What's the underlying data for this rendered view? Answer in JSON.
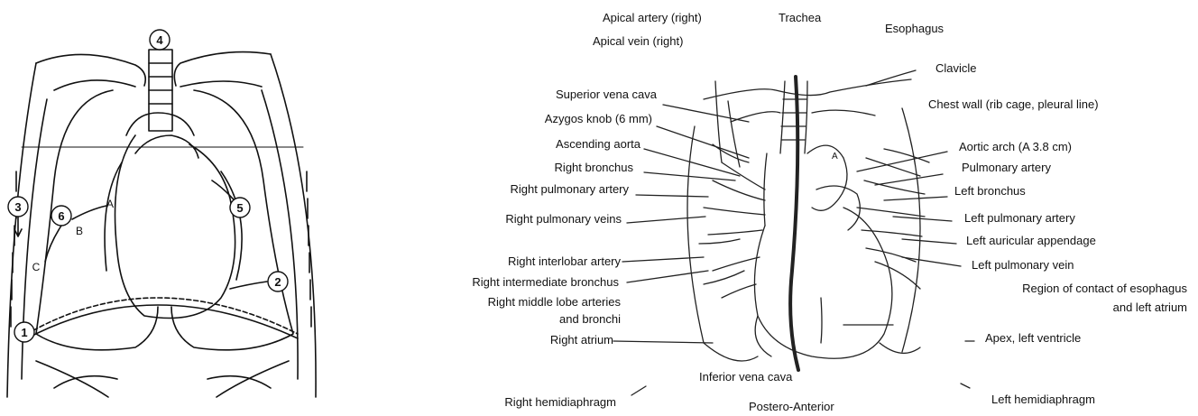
{
  "left_figure": {
    "numbers": [
      "4",
      "3",
      "6",
      "5",
      "2",
      "1"
    ],
    "letters": [
      "A",
      "B",
      "C"
    ]
  },
  "right_figure": {
    "caption": "Postero-Anterior",
    "labels_top": [
      "Apical artery (right)",
      "Trachea",
      "Esophagus",
      "Apical vein (right)"
    ],
    "labels_left": [
      "Superior vena cava",
      "Azygos knob (6 mm)",
      "Ascending aorta",
      "Right bronchus",
      "Right pulmonary artery",
      "Right pulmonary veins",
      "Right interlobar artery",
      "Right intermediate bronchus",
      "Right middle lobe arteries",
      "and bronchi",
      "Right atrium",
      "Right hemidiaphragm"
    ],
    "labels_right": [
      "Clavicle",
      "Chest wall (rib cage, pleural line)",
      "Aortic arch (A 3.8 cm)",
      "Pulmonary artery",
      "Left bronchus",
      "Left pulmonary artery",
      "Left auricular appendage",
      "Left pulmonary vein",
      "Region of contact of esophagus",
      "and left atrium",
      "Apex, left ventricle",
      "Left hemidiaphragm"
    ],
    "label_bottom": "Inferior vena cava",
    "inner_letter": "A"
  }
}
